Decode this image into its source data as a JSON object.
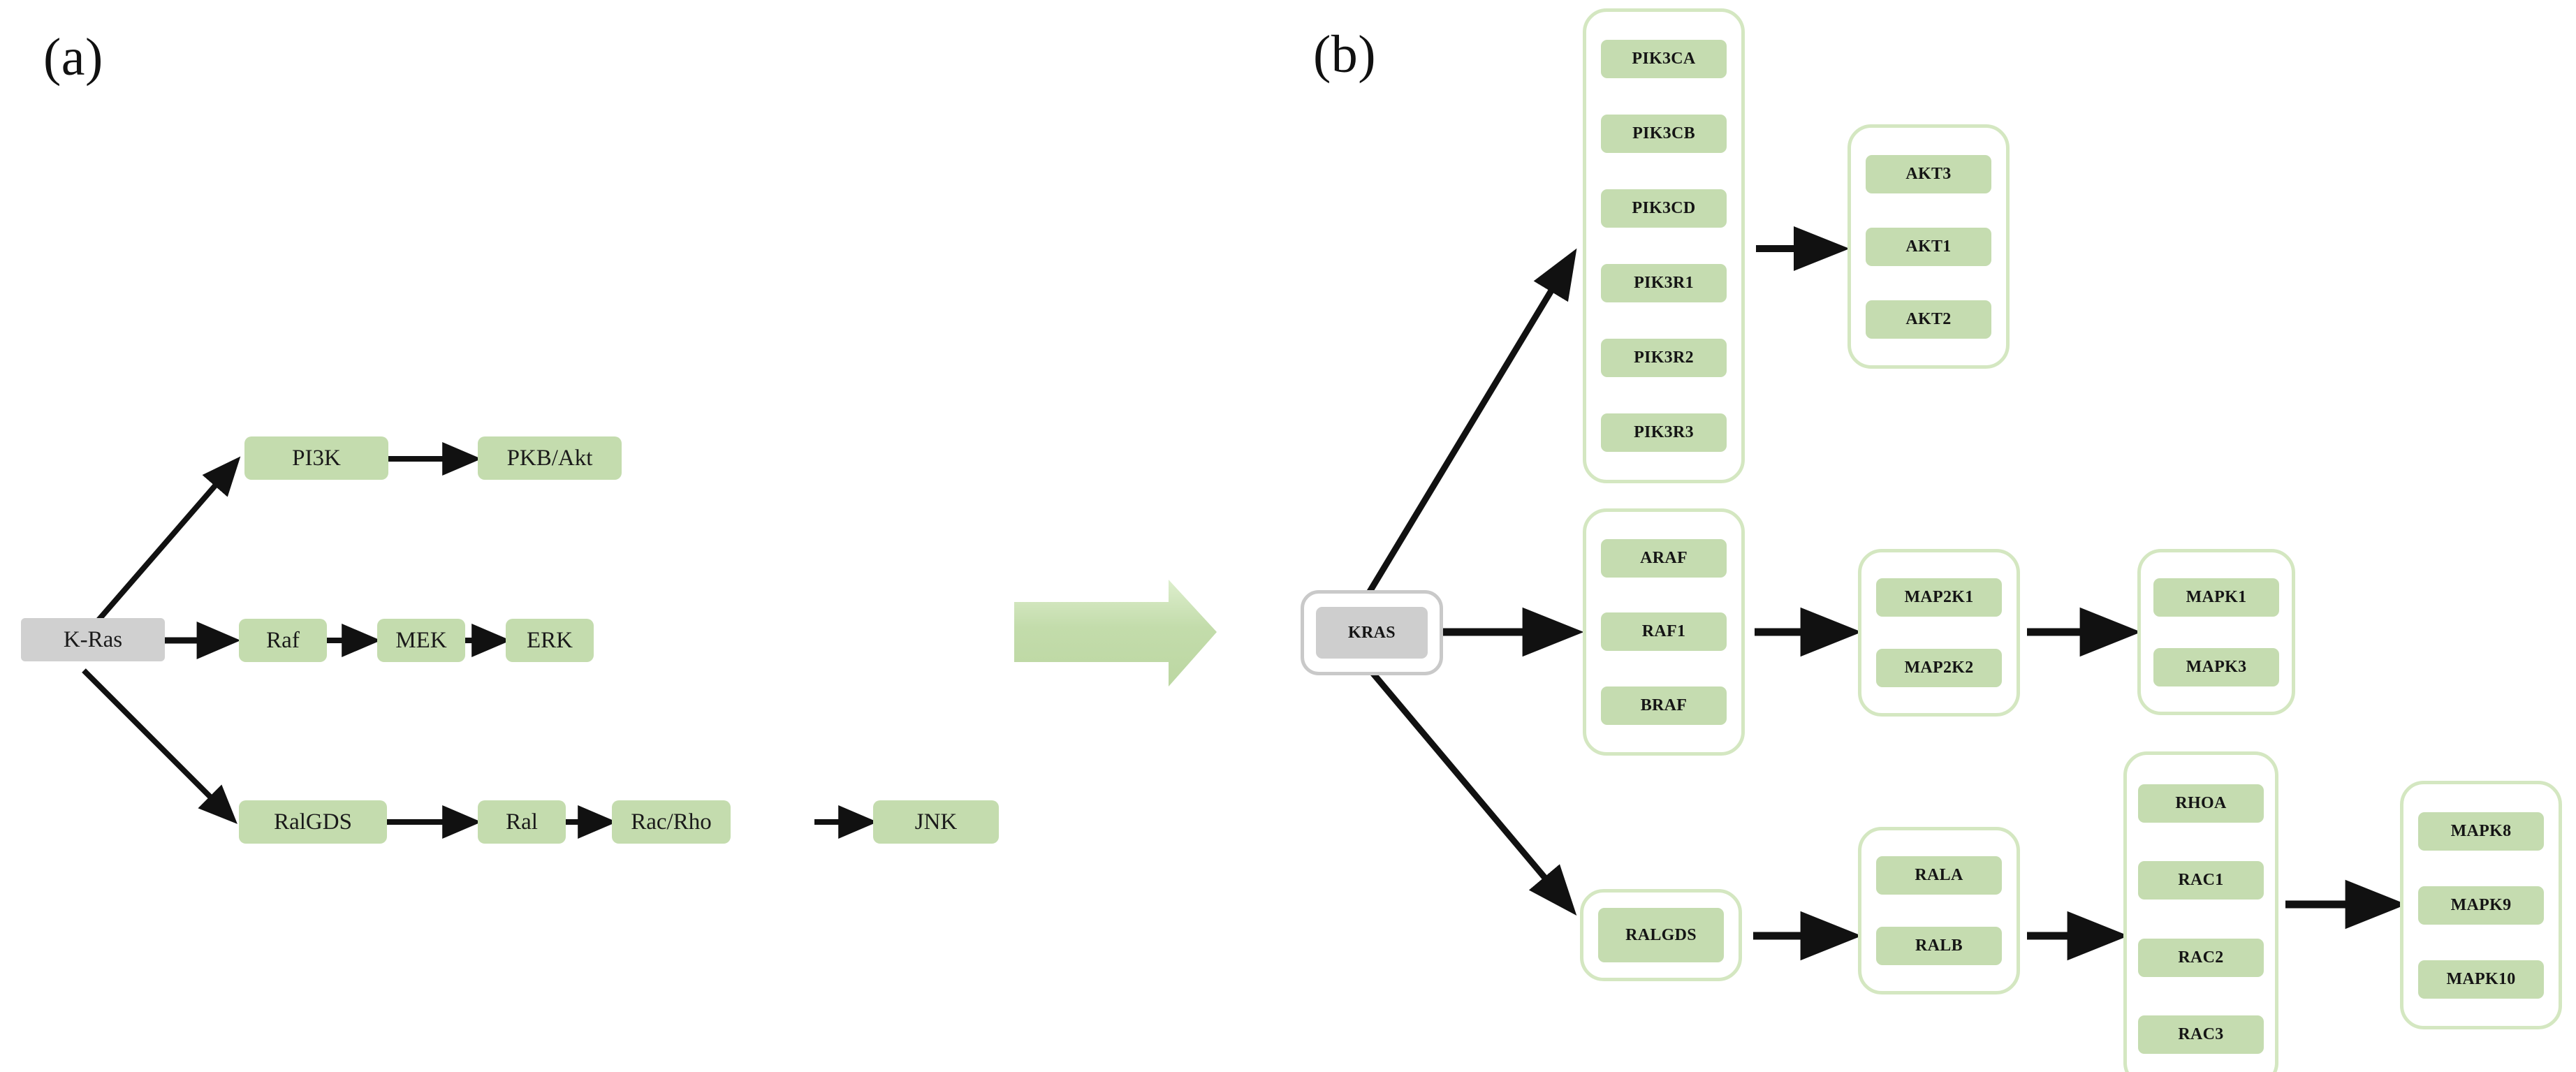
{
  "figure": {
    "panel_a_label": "(a)",
    "panel_b_label": "(b)",
    "accent_green": "#c5dcb0",
    "cluster_border_green": "#d4e7c1",
    "gray_node": "#d0d0d0",
    "arrow_black": "#111111",
    "transition_arrow_green": "#c7dfb0"
  },
  "panel_a": {
    "root": {
      "label": "K-Ras"
    },
    "rows": [
      {
        "name": "pi3k-row",
        "nodes": [
          {
            "label": "PI3K"
          },
          {
            "label": "PKB/Akt"
          }
        ]
      },
      {
        "name": "raf-row",
        "nodes": [
          {
            "label": "Raf"
          },
          {
            "label": "MEK"
          },
          {
            "label": "ERK"
          }
        ]
      },
      {
        "name": "ralgds-row",
        "nodes": [
          {
            "label": "RalGDS"
          },
          {
            "label": "Ral"
          },
          {
            "label": "Rac/Rho"
          },
          {
            "label": "JNK"
          }
        ]
      }
    ],
    "flat_labels": [
      "K-Ras",
      "PI3K",
      "PKB/Akt",
      "Raf",
      "MEK",
      "ERK",
      "RalGDS",
      "Ral",
      "Rac/Rho",
      "JNK"
    ]
  },
  "panel_b": {
    "root": {
      "label": "KRAS"
    },
    "clusters": [
      {
        "name": "pi3k-cluster",
        "genes": [
          "PIK3CA",
          "PIK3CB",
          "PIK3CD",
          "PIK3R1",
          "PIK3R2",
          "PIK3R3"
        ]
      },
      {
        "name": "akt-cluster",
        "genes": [
          "AKT3",
          "AKT1",
          "AKT2"
        ]
      },
      {
        "name": "raf-cluster",
        "genes": [
          "ARAF",
          "RAF1",
          "BRAF"
        ]
      },
      {
        "name": "map2k-cluster",
        "genes": [
          "MAP2K1",
          "MAP2K2"
        ]
      },
      {
        "name": "mapk-cluster",
        "genes": [
          "MAPK1",
          "MAPK3"
        ]
      },
      {
        "name": "ralgds-cluster",
        "genes": [
          "RALGDS"
        ]
      },
      {
        "name": "ral-cluster",
        "genes": [
          "RALA",
          "RALB"
        ]
      },
      {
        "name": "rac-cluster",
        "genes": [
          "RHOA",
          "RAC1",
          "RAC2",
          "RAC3"
        ]
      },
      {
        "name": "jnk-cluster",
        "genes": [
          "MAPK8",
          "MAPK9",
          "MAPK10"
        ]
      }
    ]
  },
  "genes": {
    "PIK3CA": "PIK3CA",
    "PIK3CB": "PIK3CB",
    "PIK3CD": "PIK3CD",
    "PIK3R1": "PIK3R1",
    "PIK3R2": "PIK3R2",
    "PIK3R3": "PIK3R3",
    "AKT3": "AKT3",
    "AKT1": "AKT1",
    "AKT2": "AKT2",
    "KRAS": "KRAS",
    "ARAF": "ARAF",
    "RAF1": "RAF1",
    "BRAF": "BRAF",
    "MAP2K1": "MAP2K1",
    "MAP2K2": "MAP2K2",
    "MAPK1": "MAPK1",
    "MAPK3": "MAPK3",
    "RALGDS": "RALGDS",
    "RALA": "RALA",
    "RALB": "RALB",
    "RHOA": "RHOA",
    "RAC1": "RAC1",
    "RAC2": "RAC2",
    "RAC3": "RAC3",
    "MAPK8": "MAPK8",
    "MAPK9": "MAPK9",
    "MAPK10": "MAPK10"
  },
  "labels_a": {
    "KRas": "K-Ras",
    "PI3K": "PI3K",
    "PKBAkt": "PKB/Akt",
    "Raf": "Raf",
    "MEK": "MEK",
    "ERK": "ERK",
    "RalGDS": "RalGDS",
    "Ral": "Ral",
    "RacRho": "Rac/Rho",
    "JNK": "JNK"
  }
}
